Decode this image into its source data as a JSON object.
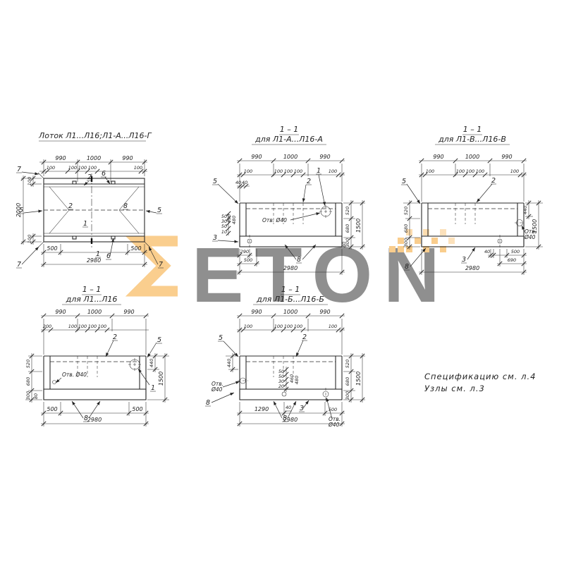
{
  "titles": {
    "plan": "Лоток Л1...Л16;Л1-А...Л16-Г",
    "section": "1 – 1",
    "for_a": "для Л1-А...Л16-А",
    "for_v": "для Л1-В...Л16-В",
    "for_plain": "для Л1...Л16",
    "for_b": "для Л1-Б...Л16-Б"
  },
  "note": {
    "line1": "Спецификацию см. л.4",
    "line2": "Узлы  см.  л.3"
  },
  "watermark": {
    "word": "ETON",
    "orange": "#f59d1e",
    "gray": "#949494"
  },
  "hole": {
    "l1": "Отв.",
    "l2": "Ø40",
    "inline": "Отв. Ø40"
  },
  "dim": {
    "d10": "10",
    "d20": "20",
    "d30": "30",
    "d40": "40",
    "d50": "50",
    "d80": "80",
    "d100": "100",
    "d200": "200",
    "d290": "290",
    "d300": "300",
    "d440": "440",
    "d460": "460",
    "d480": "480",
    "d490": "490",
    "d500": "500",
    "d520": "520",
    "d680": "680",
    "d690": "690",
    "d990": "990",
    "d1000": "1000",
    "d1290": "1290",
    "d1500": "1500",
    "d2000": "2000",
    "d2980": "2980"
  },
  "label": {
    "n1": "1",
    "n2": "2",
    "n3": "3",
    "n5": "5",
    "n6": "6",
    "n7": "7",
    "n8": "8"
  }
}
